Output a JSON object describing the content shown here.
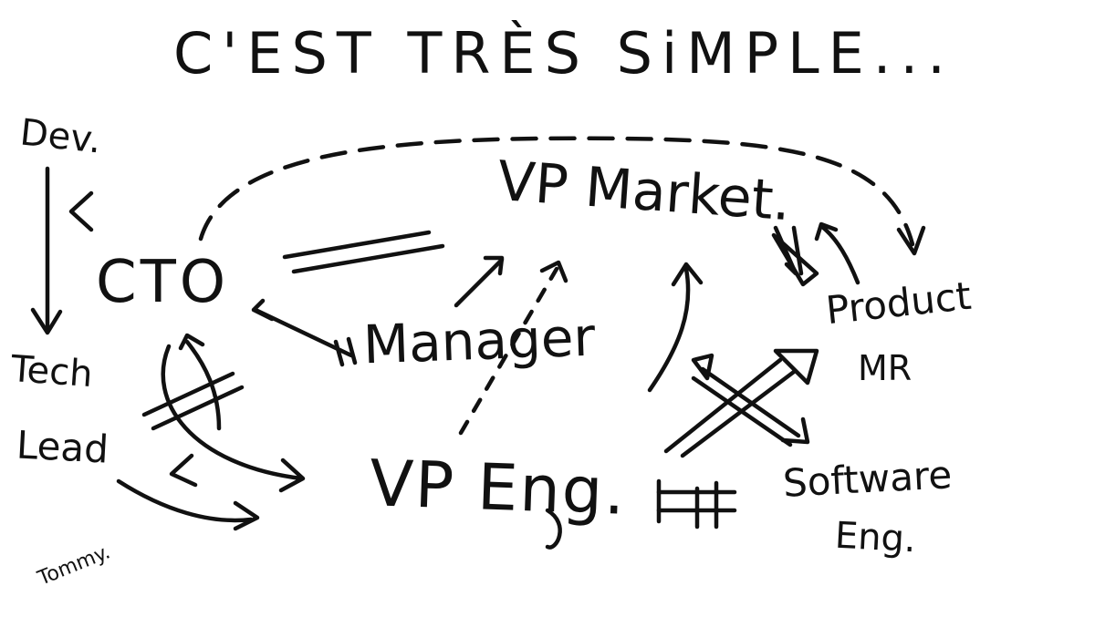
{
  "title": "C'EST TRÈS SiMPLE...",
  "nodes": {
    "dev": "Dev.",
    "tech": "Tech",
    "lead": "Lead",
    "cto": "CTO",
    "vp_market": "VP Market.",
    "manager": "Manager",
    "vp_eng": "VP Eng.",
    "product": "Product",
    "mr": "MR",
    "software": "Software",
    "eng": "Eng."
  },
  "signature": "Tommy.",
  "colors": {
    "ink": "#111111",
    "background": "#ffffff"
  }
}
